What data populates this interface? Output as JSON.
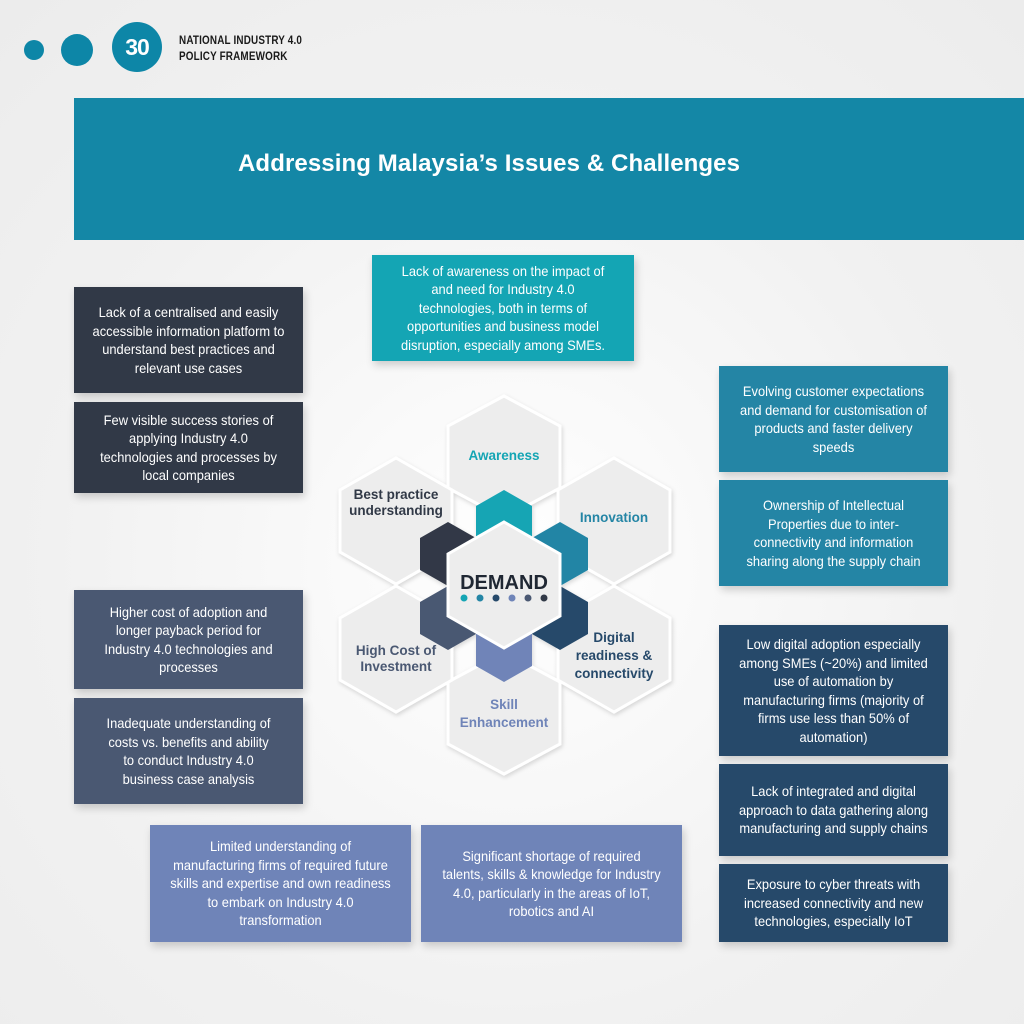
{
  "header": {
    "page_number": "30",
    "doc_title_line1": "NATIONAL INDUSTRY 4.0",
    "doc_title_line2": "POLICY FRAMEWORK"
  },
  "banner": {
    "title": "Addressing Malaysia’s Issues & Challenges"
  },
  "issues": {
    "info_platform": "Lack of a centralised and easily accessible information platform to understand best practices and relevant use cases",
    "success_stories": "Few visible success stories of applying Industry 4.0 technologies and processes by local companies",
    "awareness": "Lack of awareness on the impact of and need for Industry 4.0 technologies, both in terms of opportunities and business model disruption, especially among SMEs.",
    "customer_expectations": "Evolving customer expectations and demand for customisation of products and faster delivery speeds",
    "ip_ownership": "Ownership of Intellectual Properties due to inter-connectivity and information sharing along the supply chain",
    "cost_adoption": "Higher cost of adoption and longer payback period for Industry 4.0 technologies and processes",
    "cost_benefit": "Inadequate understanding of costs vs. benefits and ability to conduct Industry 4.0 business case analysis",
    "digital_adoption": "Low digital adoption especially among SMEs (~20%) and limited use of automation by manufacturing firms (majority of firms use less than 50% of automation)",
    "data_gathering": "Lack of integrated and digital approach to data gathering along manufacturing and supply chains",
    "cyber_threats": "Exposure to cyber threats with increased connectivity and new technologies, especially IoT",
    "future_skills": "Limited understanding of manufacturing firms of required future skills and expertise and own readiness to embark on Industry 4.0 transformation",
    "talent_shortage": "Significant shortage of required talents, skills & knowledge for Industry 4.0, particularly in the areas of IoT, robotics and AI"
  },
  "hexagon": {
    "center": "DEMAND",
    "awareness": "Awareness",
    "innovation": "Innovation",
    "best_practice_1": "Best practice",
    "best_practice_2": "understanding",
    "digital_1": "Digital",
    "digital_2": "readiness &",
    "digital_3": "connectivity",
    "cost_1": "High Cost of",
    "cost_2": "Investment",
    "skill_1": "Skill",
    "skill_2": "Enhancement"
  },
  "colors": {
    "accent": "#1487a6",
    "teal": "#14a5b4",
    "dark": "#313947",
    "slate": "#4a5872",
    "navy": "#26496a",
    "lavender": "#6f84b8"
  },
  "icons": [
    "hexagon-icon",
    "dot-icon"
  ]
}
